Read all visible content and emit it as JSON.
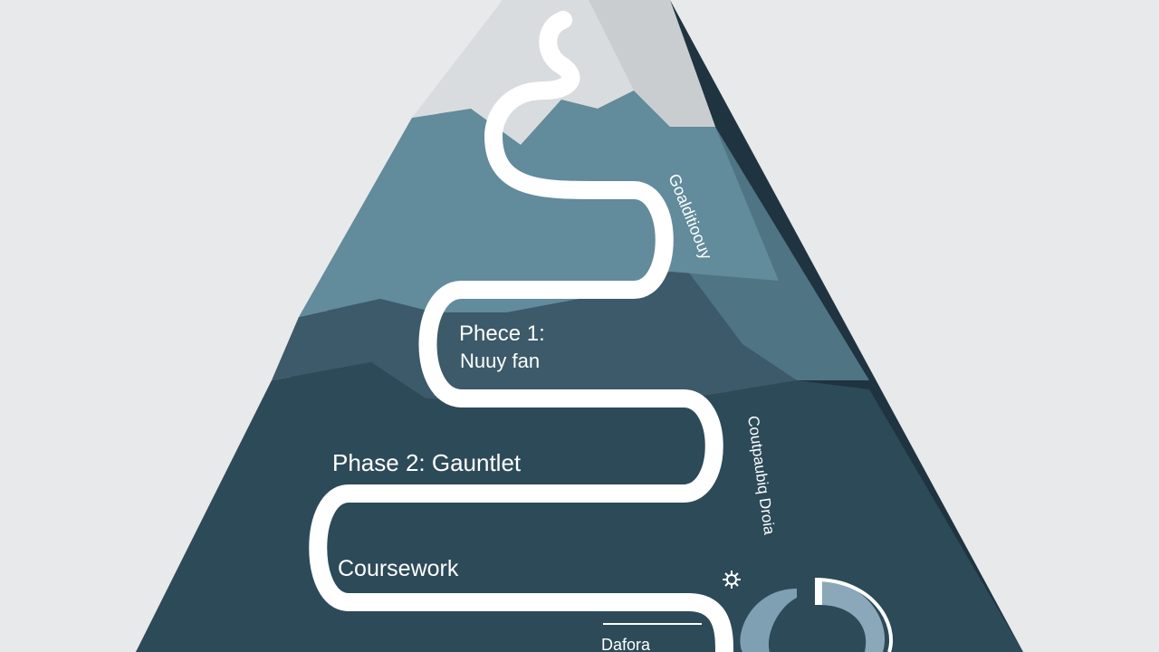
{
  "diagram": {
    "phases": {
      "phase1_title": "Phece 1:",
      "phase1_subtitle": "Nuuy fan",
      "phase2": "Phase 2: Gauntlet",
      "coursework": "Coursework",
      "bottom_label": "Dafora"
    },
    "side_labels": {
      "upper_curved": "Goalditioouy",
      "lower_curved": "Coutpaubiq Droia"
    },
    "colors": {
      "background": "#e8e9ea",
      "snow": "#d9dcde",
      "snow_shadow": "#c9cdd0",
      "upper_band": "#628b9c",
      "upper_band_right": "#4f7484",
      "mid_band": "#3c5a69",
      "lower_band": "#2d4a59",
      "base_band": "#1f3440",
      "path": "#ffffff",
      "accent_ring": "#7fa0b3"
    },
    "icons": [
      "gear-icon",
      "arc-icon"
    ]
  }
}
